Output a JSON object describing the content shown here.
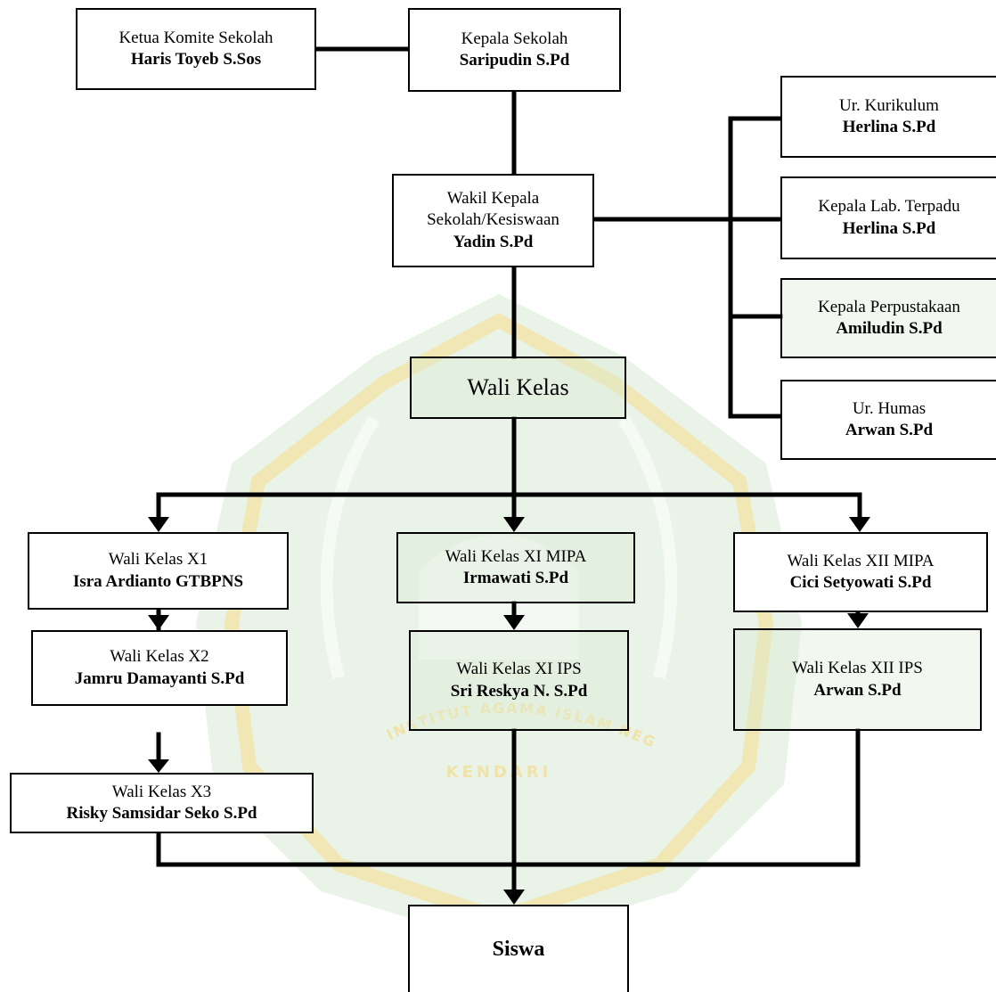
{
  "boxes": {
    "komite": {
      "title": "Ketua Komite Sekolah",
      "name": "Haris Toyeb S.Sos"
    },
    "kepsek": {
      "title": "Kepala Sekolah",
      "name": "Saripudin S.Pd"
    },
    "wakil": {
      "title_line1": "Wakil Kepala",
      "title_line2": "Sekolah/Kesiswaan",
      "name": "Yadin S.Pd"
    },
    "kurikulum": {
      "title": "Ur. Kurikulum",
      "name": "Herlina S.Pd"
    },
    "lab": {
      "title": "Kepala Lab. Terpadu",
      "name": "Herlina S.Pd"
    },
    "perpus": {
      "title": "Kepala Perpustakaan",
      "name": "Amiludin S.Pd"
    },
    "humas": {
      "title": "Ur. Humas",
      "name": "Arwan S.Pd"
    },
    "wali_kelas": {
      "title": "Wali Kelas"
    },
    "x1": {
      "title": "Wali Kelas X1",
      "name": "Isra Ardianto GTBPNS"
    },
    "x2": {
      "title": "Wali Kelas X2",
      "name": "Jamru Damayanti S.Pd"
    },
    "x3": {
      "title": "Wali Kelas X3",
      "name": "Risky Samsidar Seko S.Pd"
    },
    "xi_mipa": {
      "title": "Wali Kelas XI MIPA",
      "name": "Irmawati S.Pd"
    },
    "xi_ips": {
      "title": "Wali Kelas XI IPS",
      "name": "Sri Reskya N. S.Pd"
    },
    "xii_mipa": {
      "title": "Wali Kelas XII MIPA",
      "name": "Cici Setyowati S.Pd"
    },
    "xii_ips": {
      "title": "Wali Kelas XII IPS",
      "name": "Arwan S.Pd"
    },
    "siswa": {
      "name": "Siswa"
    }
  },
  "watermark": {
    "seal_text_top": "INSTITUT AGAMA ISLAM NEGERI",
    "seal_text_bottom": "KENDARI"
  },
  "colors": {
    "watermark_green": "#d7ead3",
    "watermark_gold": "#f1e3a8",
    "line": "#000000"
  }
}
